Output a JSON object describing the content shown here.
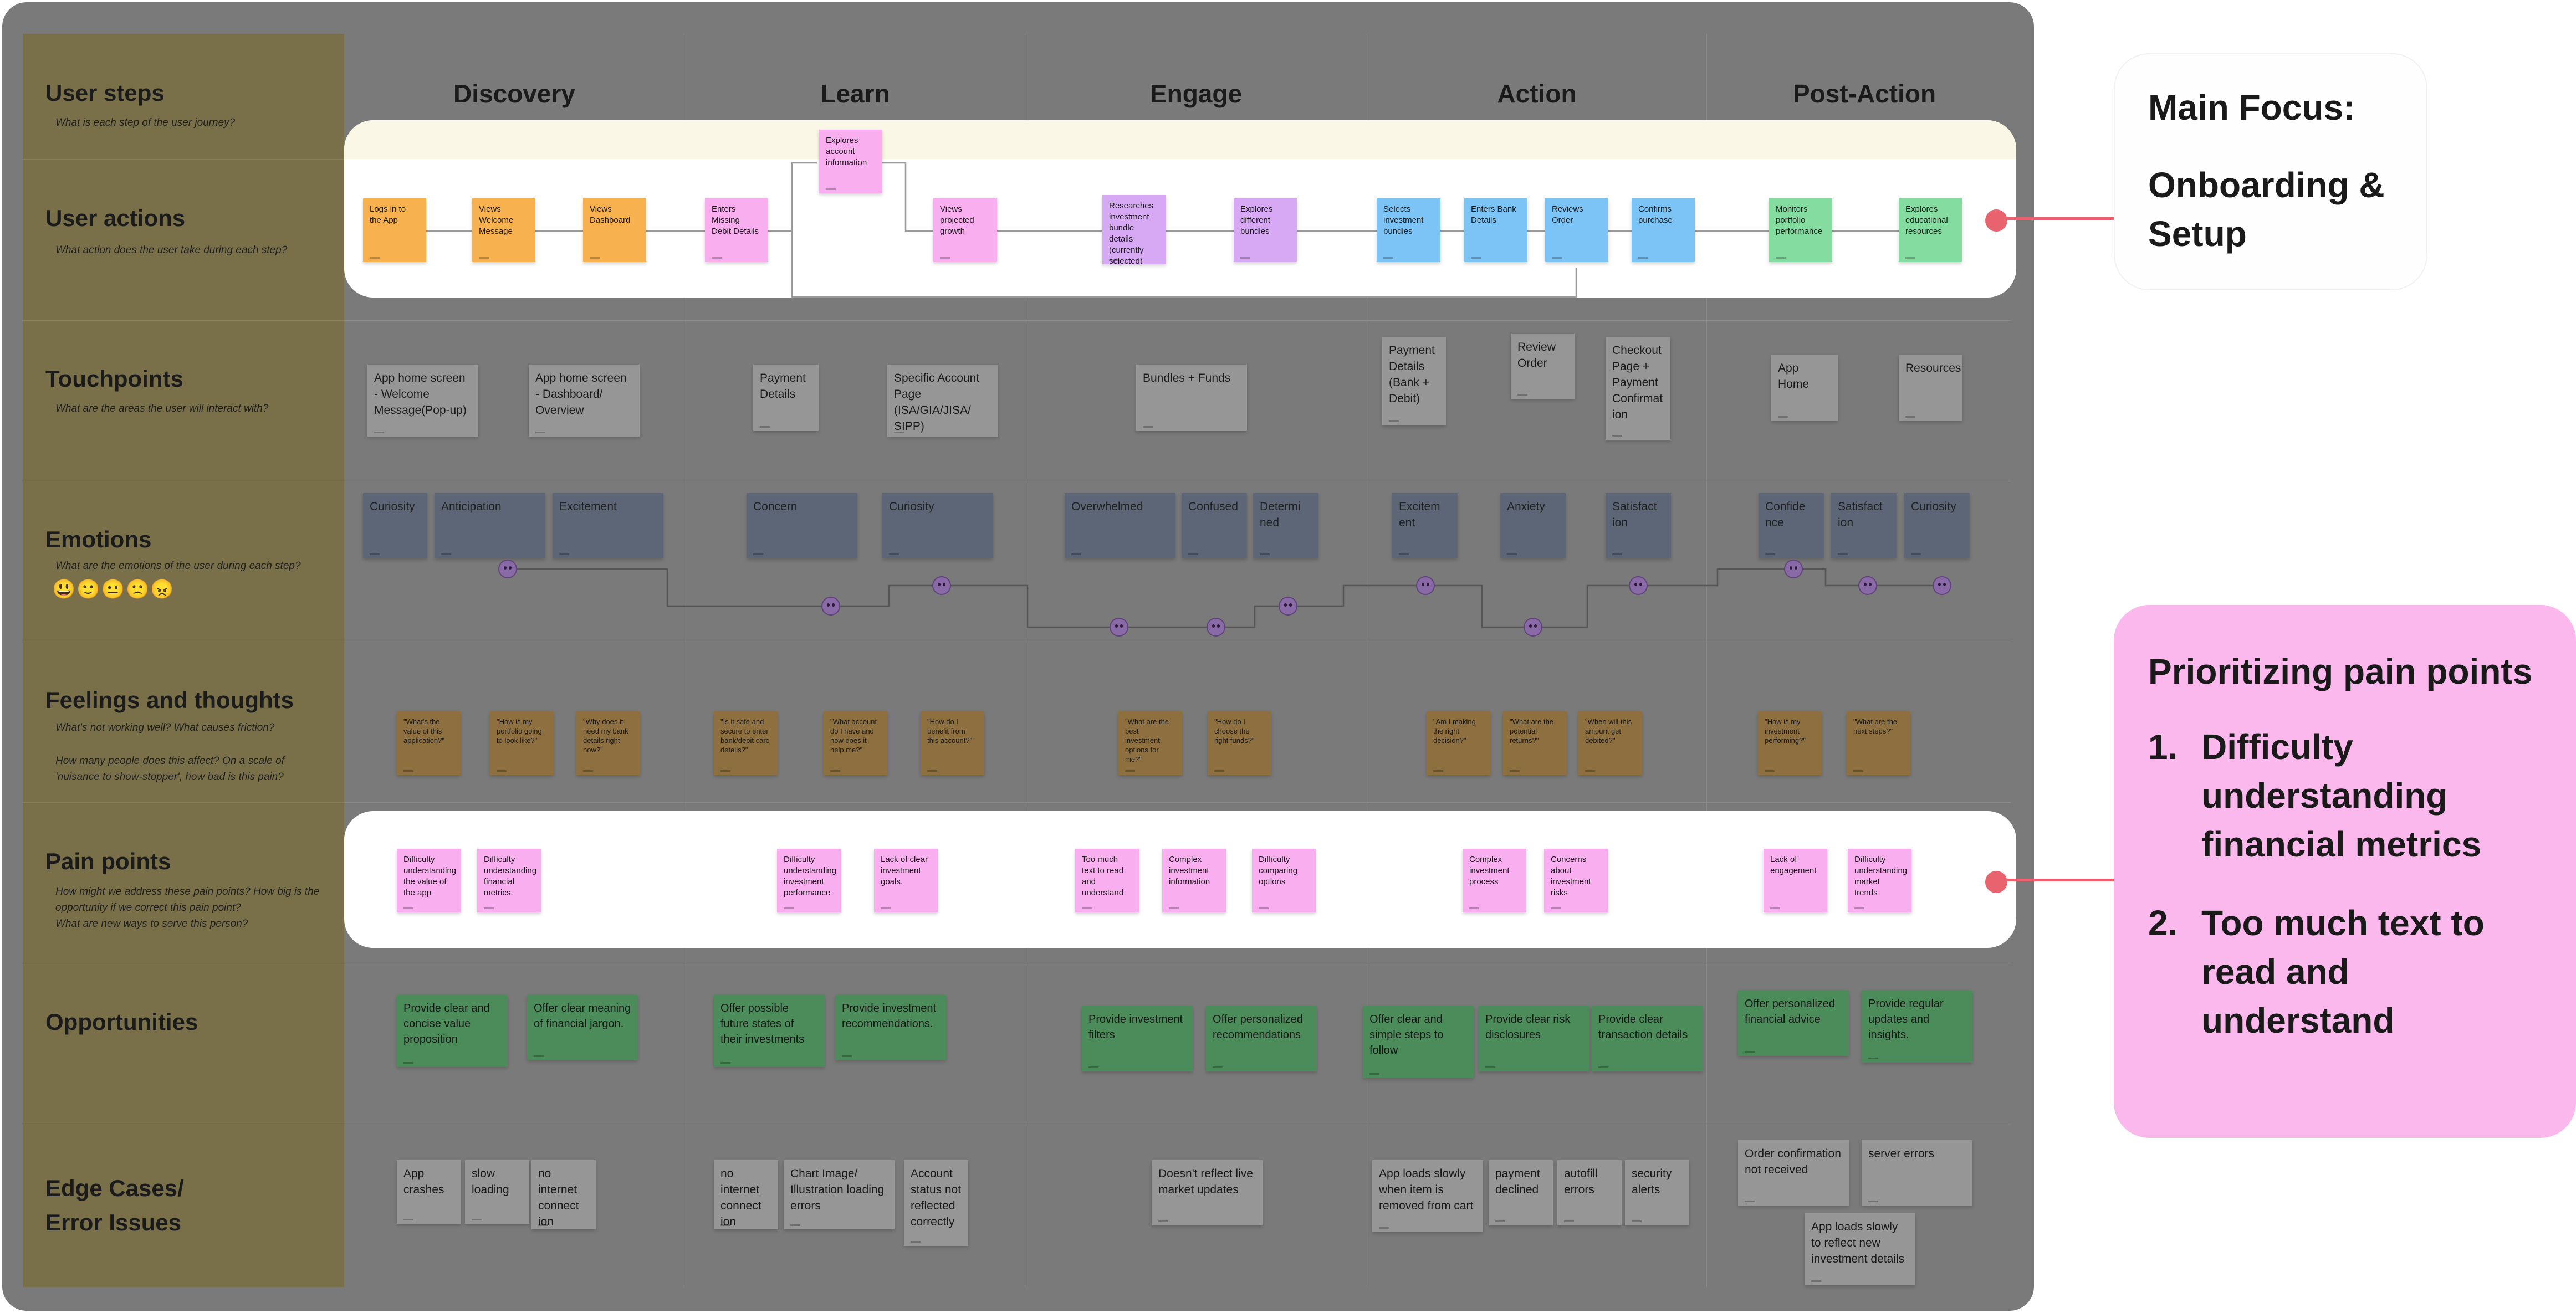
{
  "stages": [
    "Discovery",
    "Learn",
    "Engage",
    "Action",
    "Post-Action"
  ],
  "lanes": [
    {
      "title": "User steps",
      "sub": "What is each step of the user journey?"
    },
    {
      "title": "User actions",
      "sub": "What action does the user take during each step?"
    },
    {
      "title": "Touchpoints",
      "sub": "What are the areas the user will interact with?"
    },
    {
      "title": "Emotions",
      "sub": "What are the emotions of the user during each step?",
      "emoji": "😃🙂😐🙁😠"
    },
    {
      "title": "Feelings and thoughts",
      "sub": "What's not working well? What causes friction?",
      "sub2": "How many people does this affect? On a scale of 'nuisance to show-stopper', how bad is this pain?"
    },
    {
      "title": "Pain points",
      "sub": "How might we address these pain points? How big is the opportunity if we correct this pain point?",
      "sub2": "What are new ways to serve this person?"
    },
    {
      "title": "Opportunities",
      "sub": ""
    },
    {
      "title": "Edge Cases/\nError Issues",
      "sub": ""
    }
  ],
  "user_actions": [
    {
      "text": "Logs in to the App",
      "color": "#f7b24f"
    },
    {
      "text": "Views Welcome Message",
      "color": "#f7b24f"
    },
    {
      "text": "Views Dashboard",
      "color": "#f7b24f"
    },
    {
      "text": "Enters Missing Debit Details",
      "color": "#f9aef0"
    },
    {
      "text": "Explores account information",
      "color": "#f9aef0"
    },
    {
      "text": "Views projected growth",
      "color": "#f9aef0"
    },
    {
      "text": "Researches investment bundle details (currently selected)",
      "color": "#d7a9f5"
    },
    {
      "text": "Explores different bundles",
      "color": "#d7a9f5"
    },
    {
      "text": "Selects investment bundles",
      "color": "#7cc4f5"
    },
    {
      "text": "Enters Bank Details",
      "color": "#7cc4f5"
    },
    {
      "text": "Reviews Order",
      "color": "#7cc4f5"
    },
    {
      "text": "Confirms purchase",
      "color": "#7cc4f5"
    },
    {
      "text": "Monitors portfolio performance",
      "color": "#84dca0"
    },
    {
      "text": "Explores educational resources",
      "color": "#84dca0"
    }
  ],
  "touchpoints": [
    "App home screen - Welcome Message(Pop-up)",
    "App home screen - Dashboard/ Overview",
    "Payment Details",
    "Specific Account Page (ISA/GIA/JISA/ SIPP)",
    "Bundles + Funds",
    "Payment Details (Bank + Debit)",
    "Review Order",
    "Checkout Page + Payment Confirmat ion",
    "App Home",
    "Resources"
  ],
  "emotions": [
    "Curiosity",
    "Anticipation",
    "Excitement",
    "Concern",
    "Curiosity",
    "Overwhelmed",
    "Confused",
    "Determi ned",
    "Excitem ent",
    "Anxiety",
    "Satisfact ion",
    "Confide nce",
    "Satisfact ion",
    "Curiosity"
  ],
  "thoughts": [
    "\"What's the value of this application?\"",
    "\"How is my portfolio going to look like?\"",
    "\"Why does it need my bank details right now?\"",
    "\"Is it safe and secure to enter bank/debit card details?\"",
    "\"What account do I have and how does it help me?\"",
    "\"How do I benefit from this account?\"",
    "\"What are the best investment options for me?\"",
    "\"How do I choose the right funds?\"",
    "\"Am I making the right decision?\"",
    "\"What are the potential returns?\"",
    "\"When will this amount get debited?\"",
    "\"How is my investment performing?\"",
    "\"What are the next steps?\""
  ],
  "pain_points": [
    "Difficulty understanding the value of the app",
    "Difficulty understanding financial metrics.",
    "Difficulty understanding investment performance",
    "Lack of clear investment goals.",
    "Too much text to read and understand",
    "Complex investment information",
    "Difficulty comparing options",
    "Complex investment process",
    "Concerns about investment risks",
    "Lack of engagement",
    "Difficulty understanding market trends"
  ],
  "opportunities": [
    "Provide clear and concise value proposition",
    "Offer clear meaning of financial jargon.",
    "Offer possible future states of their investments",
    "Provide investment recommendations.",
    "Provide investment filters",
    "Offer personalized recommendations",
    "Offer clear and simple steps to follow",
    "Provide clear risk disclosures",
    "Provide clear transaction details",
    "Offer personalized financial advice",
    "Provide regular updates and insights."
  ],
  "edge_cases": [
    "App crashes",
    "slow loading",
    "no internet connect ion",
    "no internet connect ion",
    "Chart Image/ Illustration loading errors",
    "Account status not reflected correctly",
    "Doesn't reflect live market updates",
    "App loads slowly when item is removed from cart",
    "payment declined",
    "autofill errors",
    "security alerts",
    "Order confirmation not received",
    "server errors",
    "App loads slowly to reflect new investment details"
  ],
  "focus_card": {
    "label": "Main Focus:",
    "title": "Onboarding & Setup"
  },
  "priority_card": {
    "title": "Prioritizing pain points",
    "items": [
      "Difficulty understanding financial metrics",
      "Too much text to read and understand"
    ]
  },
  "colors": {
    "accent_line": "#e8636d",
    "focus_bg": "#fefefe",
    "priority_bg": "#fbb8ec"
  }
}
